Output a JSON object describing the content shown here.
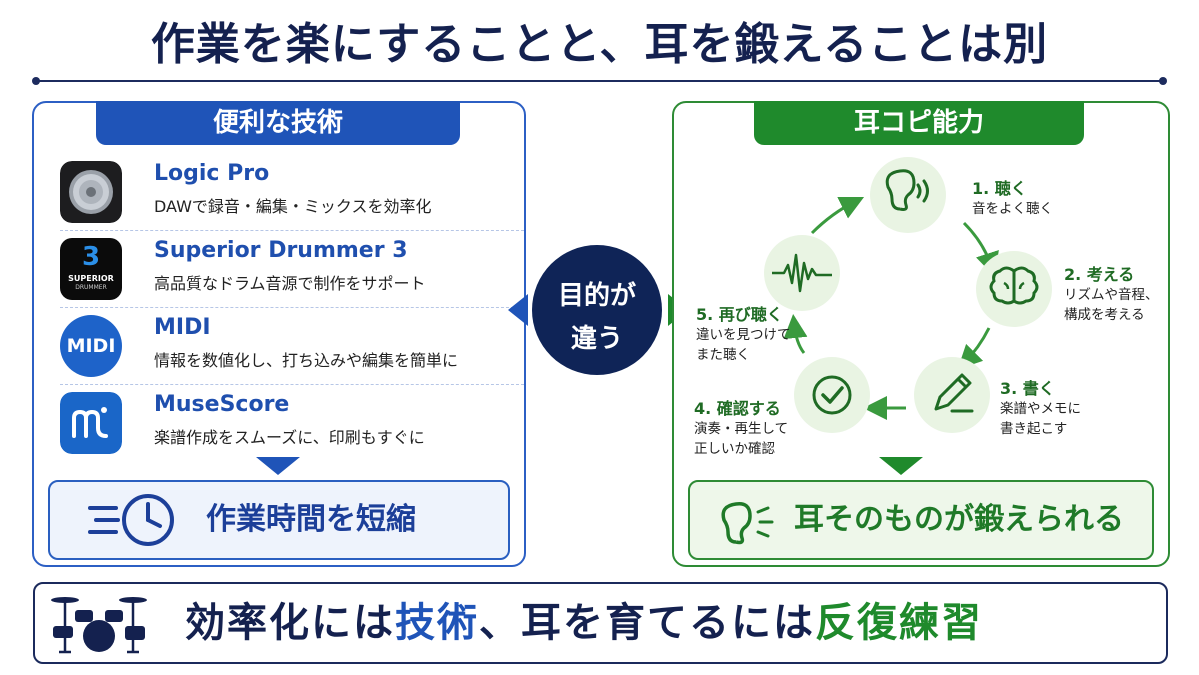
{
  "title": "作業を楽にすることと、耳を鍛えることは別",
  "left_panel": {
    "heading": "便利な技術",
    "tools": [
      {
        "name": "Logic Pro",
        "desc": "DAWで録音・編集・ミックスを効率化",
        "icon": "logic-pro-icon"
      },
      {
        "name": "Superior Drummer 3",
        "desc": "高品質なドラム音源で制作をサポート",
        "icon": "superior-drummer-icon",
        "icon_text_main": "3",
        "icon_text_line1": "SUPERIOR",
        "icon_text_line2": "DRUMMER"
      },
      {
        "name": "MIDI",
        "desc": "情報を数値化し、打ち込みや編集を簡単に",
        "icon": "midi-icon",
        "icon_text": "MIDI"
      },
      {
        "name": "MuseScore",
        "desc": "楽譜作成をスムーズに、印刷もすぐに",
        "icon": "musescore-icon"
      }
    ],
    "result": "作業時間を短縮"
  },
  "center": {
    "line1": "目的が",
    "line2": "違う"
  },
  "right_panel": {
    "heading": "耳コピ能力",
    "steps": [
      {
        "title": "1. 聴く",
        "desc": [
          "音をよく聴く"
        ],
        "icon": "ear-icon"
      },
      {
        "title": "2. 考える",
        "desc": [
          "リズムや音程、",
          "構成を考える"
        ],
        "icon": "brain-icon"
      },
      {
        "title": "3. 書く",
        "desc": [
          "楽譜やメモに",
          "書き起こす"
        ],
        "icon": "pencil-icon"
      },
      {
        "title": "4. 確認する",
        "desc": [
          "演奏・再生して",
          "正しいか確認"
        ],
        "icon": "check-icon"
      },
      {
        "title": "5. 再び聴く",
        "desc": [
          "違いを見つけて",
          "また聴く"
        ],
        "icon": "waveform-icon"
      }
    ],
    "result": "耳そのものが鍛えられる"
  },
  "bottom": {
    "part1": "効率化には",
    "part2": "技術",
    "part3": "、耳を育てるには",
    "part4": "反復練習"
  },
  "colors": {
    "navy": "#14214f",
    "blue": "#1f54b8",
    "green": "#1f8a2c"
  }
}
